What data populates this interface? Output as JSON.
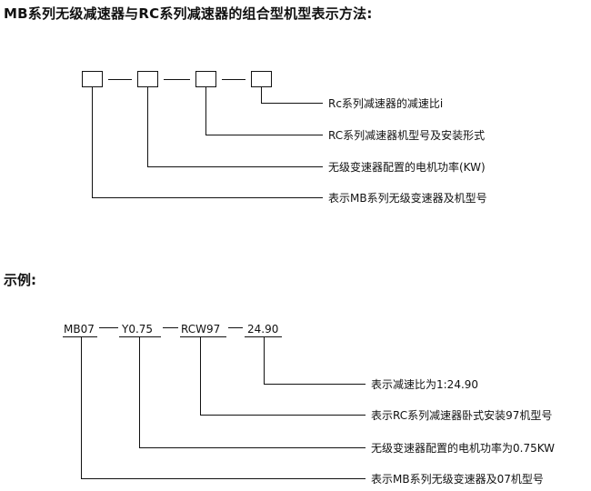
{
  "title": "MB系列无级减速器与RC系列减速器的组合型机型表示方法:",
  "scheme": {
    "labels": [
      "Rc系列减速器的减速比i",
      "RC系列减速器机型号及安装形式",
      "无级变速器配置的电机功率(KW)",
      "表示MB系列无级变速器及机型号"
    ]
  },
  "example": {
    "heading": "示例:",
    "codes": [
      "MB07",
      "Y0.75",
      "RCW97",
      "24.90"
    ],
    "labels": [
      "表示减速比为1:24.90",
      "表示RC系列减速器卧式安装97机型号",
      "无级变速器配置的电机功率为0.75KW",
      "表示MB系列无级变速器及07机型号"
    ]
  }
}
